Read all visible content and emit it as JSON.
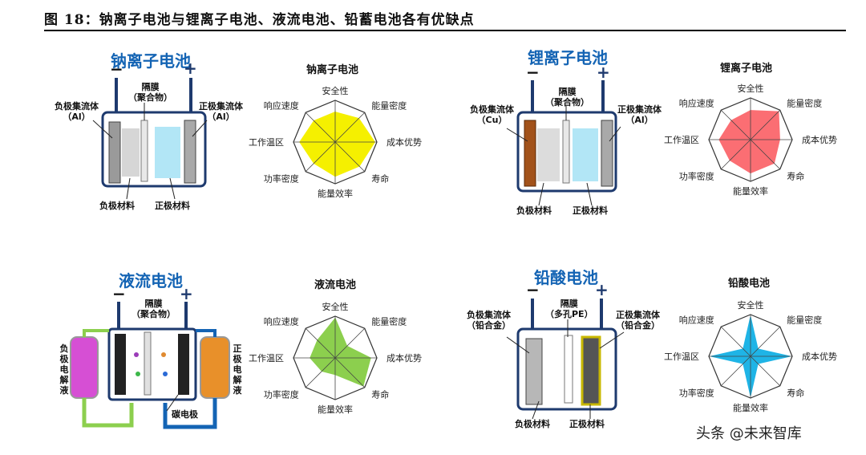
{
  "figure_title": "图 18：钠离子电池与锂离子电池、液流电池、铅蓄电池各有优缺点",
  "watermark": "头条 @未来智库",
  "axes": [
    "安全性",
    "能量密度",
    "成本优势",
    "寿命",
    "能量效率",
    "功率密度",
    "工作温区",
    "响应速度"
  ],
  "colors": {
    "na": "#f5f000",
    "li": "#fb6e73",
    "flow": "#8ccf4e",
    "lead": "#1fb4e6",
    "brand": "#1464b4"
  },
  "na": {
    "title": "钠离子电池",
    "radar_title": "钠离子电池",
    "neg_collector": "负极集流体",
    "neg_collector_mat": "（Al）",
    "separator": "隔膜",
    "separator_mat": "（聚合物）",
    "pos_collector": "正极集流体",
    "pos_collector_mat": "（Al）",
    "neg_material": "负极材料",
    "pos_material": "正极材料",
    "minus": "−",
    "plus": "+"
  },
  "li": {
    "title": "锂离子电池",
    "radar_title": "锂离子电池",
    "neg_collector": "负极集流体",
    "neg_collector_mat": "（Cu）",
    "separator": "隔膜",
    "separator_mat": "（聚合物）",
    "pos_collector": "正极集流体",
    "pos_collector_mat": "（Al）",
    "neg_material": "负极材料",
    "pos_material": "正极材料",
    "minus": "−",
    "plus": "+"
  },
  "flow": {
    "title": "液流电池",
    "radar_title": "液流电池",
    "separator": "隔膜",
    "separator_mat": "（聚合物）",
    "neg_electrolyte": "负极电解液",
    "pos_electrolyte": "正极电解液",
    "carbon": "碳电极",
    "minus": "−",
    "plus": "+"
  },
  "lead": {
    "title": "铅酸电池",
    "radar_title": "铅酸电池",
    "neg_collector": "负极集流体",
    "neg_collector_mat": "（铅合金）",
    "separator": "隔膜",
    "separator_mat": "（多孔PE）",
    "pos_collector": "正极集流体",
    "pos_collector_mat": "（铅合金）",
    "neg_material": "负极材料",
    "pos_material": "正极材料",
    "minus": "−",
    "plus": "+"
  },
  "chart_data": [
    {
      "type": "radar",
      "title": "钠离子电池",
      "series": [
        {
          "values": [
            0.72,
            0.8,
            0.95,
            0.82,
            0.82,
            0.72,
            0.85,
            0.72
          ]
        }
      ],
      "max": 1
    },
    {
      "type": "radar",
      "title": "锂离子电池",
      "series": [
        {
          "values": [
            0.7,
            0.95,
            0.7,
            0.8,
            0.8,
            0.7,
            0.75,
            0.65
          ]
        }
      ],
      "max": 1
    },
    {
      "type": "radar",
      "title": "液流电池",
      "series": [
        {
          "values": [
            0.95,
            0.4,
            0.85,
            0.95,
            0.4,
            0.45,
            0.6,
            0.6
          ]
        }
      ],
      "max": 1
    },
    {
      "type": "radar",
      "title": "铅酸电池",
      "series": [
        {
          "values": [
            0.95,
            0.25,
            0.95,
            0.25,
            0.95,
            0.25,
            0.95,
            0.25
          ]
        }
      ],
      "max": 1
    }
  ]
}
